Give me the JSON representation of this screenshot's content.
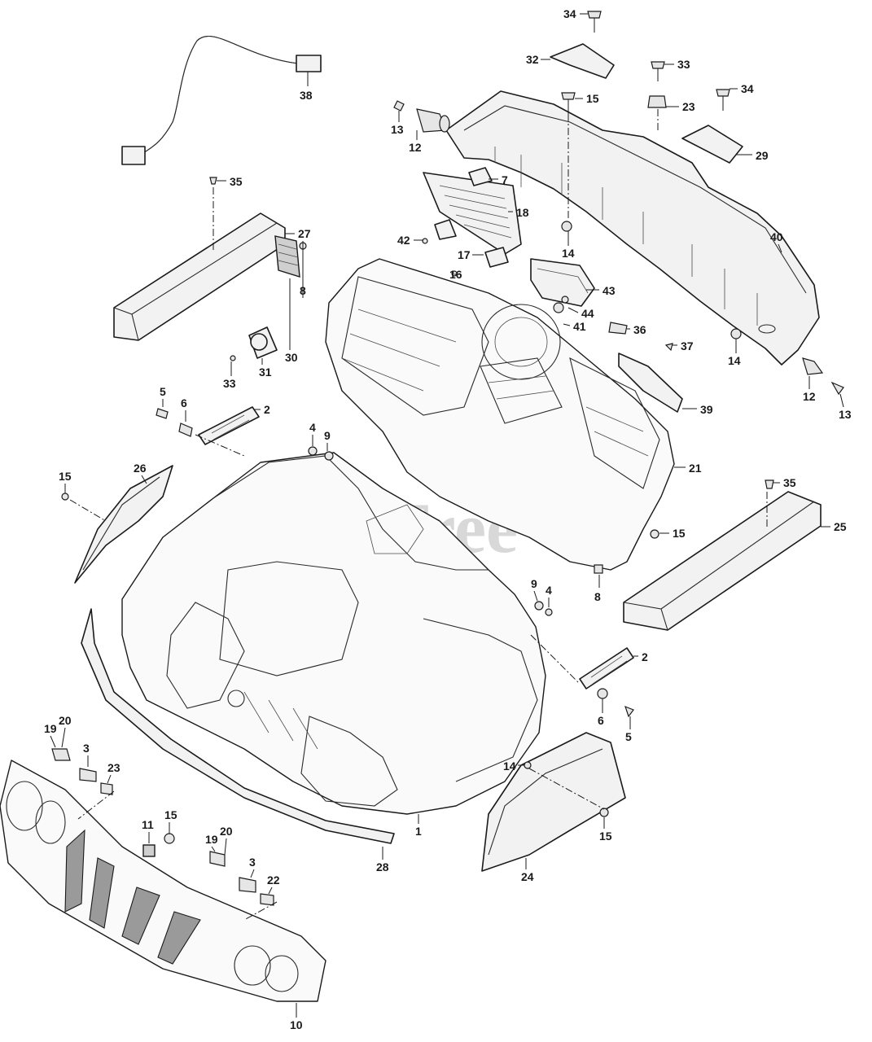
{
  "watermark": {
    "text": "PartsTree",
    "mark": "TM"
  },
  "callouts": [
    "1",
    "2",
    "2",
    "3",
    "3",
    "4",
    "4",
    "5",
    "5",
    "6",
    "6",
    "7",
    "8",
    "8",
    "9",
    "9",
    "10",
    "11",
    "12",
    "12",
    "13",
    "13",
    "14",
    "14",
    "14",
    "15",
    "15",
    "15",
    "15",
    "15",
    "16",
    "17",
    "18",
    "19",
    "19",
    "20",
    "20",
    "21",
    "22",
    "23",
    "23",
    "24",
    "25",
    "26",
    "27",
    "28",
    "29",
    "30",
    "31",
    "32",
    "33",
    "33",
    "34",
    "34",
    "35",
    "35",
    "36",
    "37",
    "38",
    "39",
    "40",
    "41",
    "42",
    "43",
    "44"
  ]
}
